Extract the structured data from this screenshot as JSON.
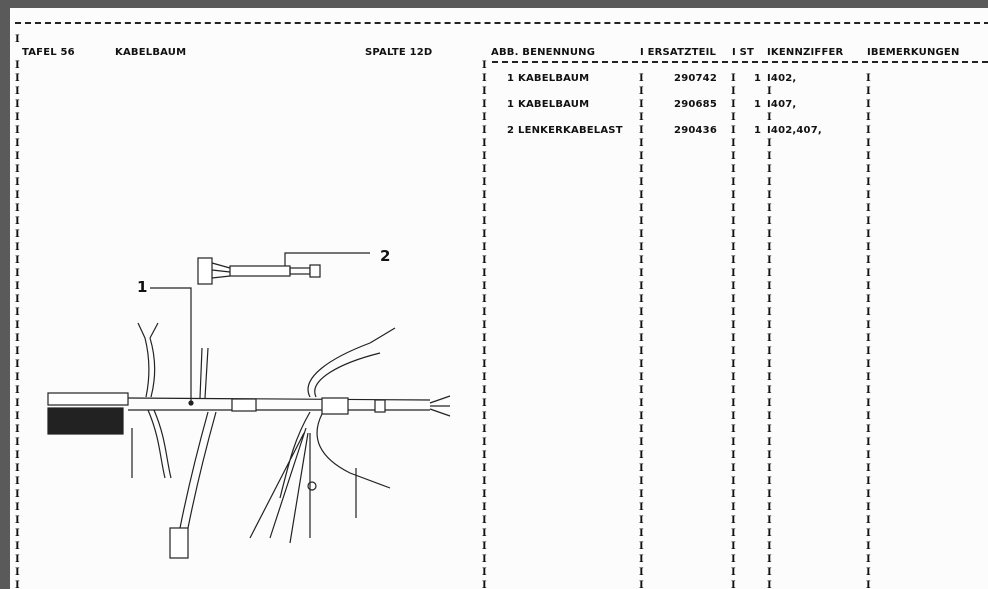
{
  "column_marker": "I",
  "header": {
    "tafel": "TAFEL 56",
    "title": "KABELBAUM",
    "spalte": "SPALTE 12D"
  },
  "table": {
    "columns": {
      "abb_benennung": "ABB. BENENNUNG",
      "ersatzteil": "I ERSATZTEIL",
      "st": "I ST",
      "kennziffer": "IKENNZIFFER",
      "bemerkungen": "IBEMERKUNGEN"
    },
    "rows": [
      {
        "abb": "1",
        "benennung": "KABELBAUM",
        "ersatzteil": "290742",
        "st": "1",
        "kennziffer": "I402,"
      },
      {
        "abb": "1",
        "benennung": "KABELBAUM",
        "ersatzteil": "290685",
        "st": "1",
        "kennziffer": "I407,"
      },
      {
        "abb": "2",
        "benennung": "LENKERKABELAST",
        "ersatzteil": "290436",
        "st": "1",
        "kennziffer": "I402,407,"
      }
    ]
  },
  "diagram": {
    "callout_1": "1",
    "callout_2": "2"
  }
}
